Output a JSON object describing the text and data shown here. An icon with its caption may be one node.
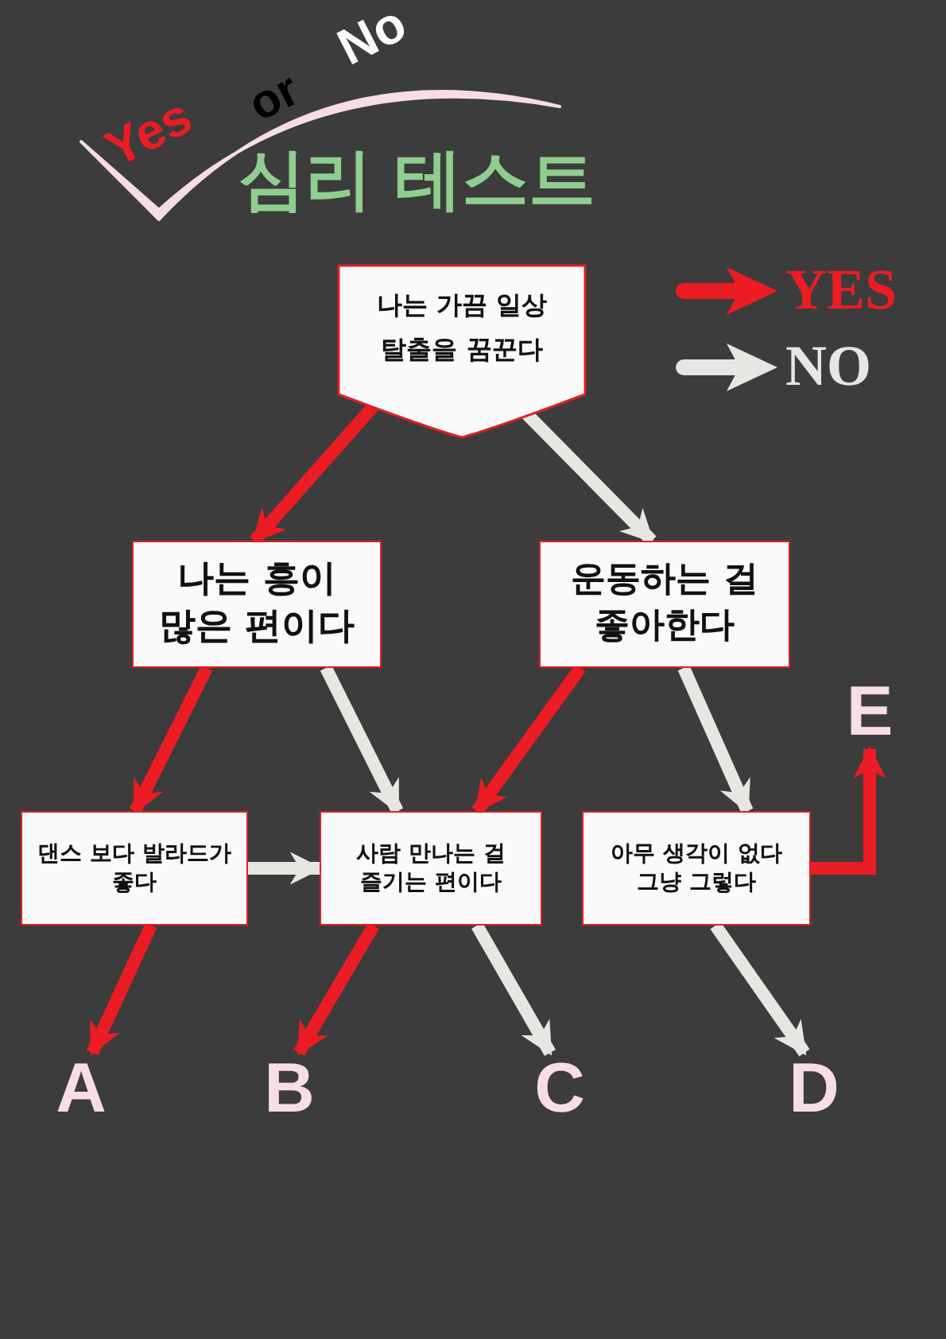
{
  "diagram": {
    "title": "심리 테스트",
    "nodes": [
      {
        "text": [
          "나는 가끔 일상 탈출을 꿈꾼다"
        ]
      },
      {
        "text": [
          "나는 흥이 많은 편이다"
        ]
      },
      {
        "text": [
          "운동하는 걸 좋아한다"
        ]
      },
      {
        "text": [
          "댄스 보다 발라드가 좋다"
        ]
      },
      {
        "text": [
          "사람 만나는 걸 즐기는 편이다"
        ]
      },
      {
        "text": [
          "아무 생각이 없다 그냥 그렇다"
        ]
      },
      {
        "text": [
          "A"
        ]
      },
      {
        "text": [
          "B"
        ]
      },
      {
        "text": [
          "C"
        ]
      },
      {
        "text": [
          "D"
        ]
      },
      {
        "text": [
          "E"
        ]
      }
    ],
    "edges": [
      {
        "from": 0,
        "to": 1,
        "arrow": "to"
      },
      {
        "from": 0,
        "to": 2,
        "arrow": "to",
        "color": "#e8e6e3"
      },
      {
        "from": 1,
        "to": 3,
        "arrow": "to"
      },
      {
        "from": 1,
        "to": 4,
        "arrow": "to",
        "color": "#e8e6e3"
      },
      {
        "from": 2,
        "to": 4,
        "arrow": "to"
      },
      {
        "from": 2,
        "to": 5,
        "arrow": "to",
        "color": "#e8e6e3"
      },
      {
        "from": 3,
        "to": 4,
        "arrow": "to",
        "color": "#e8e6e3"
      },
      {
        "from": 3,
        "to": 6,
        "arrow": "to"
      },
      {
        "from": 4,
        "to": 7,
        "arrow": "to"
      },
      {
        "from": 4,
        "to": 8,
        "arrow": "to",
        "color": "#e8e6e3"
      },
      {
        "from": 5,
        "to": 9,
        "arrow": "to",
        "color": "#e8e6e3"
      },
      {
        "from": 5,
        "to": 10,
        "arrow": "to"
      }
    ],
    "labels": [
      "Yes",
      "or",
      "No"
    ],
    "legend": [
      {
        "text": "YES"
      },
      {
        "text": "NO"
      }
    ]
  }
}
